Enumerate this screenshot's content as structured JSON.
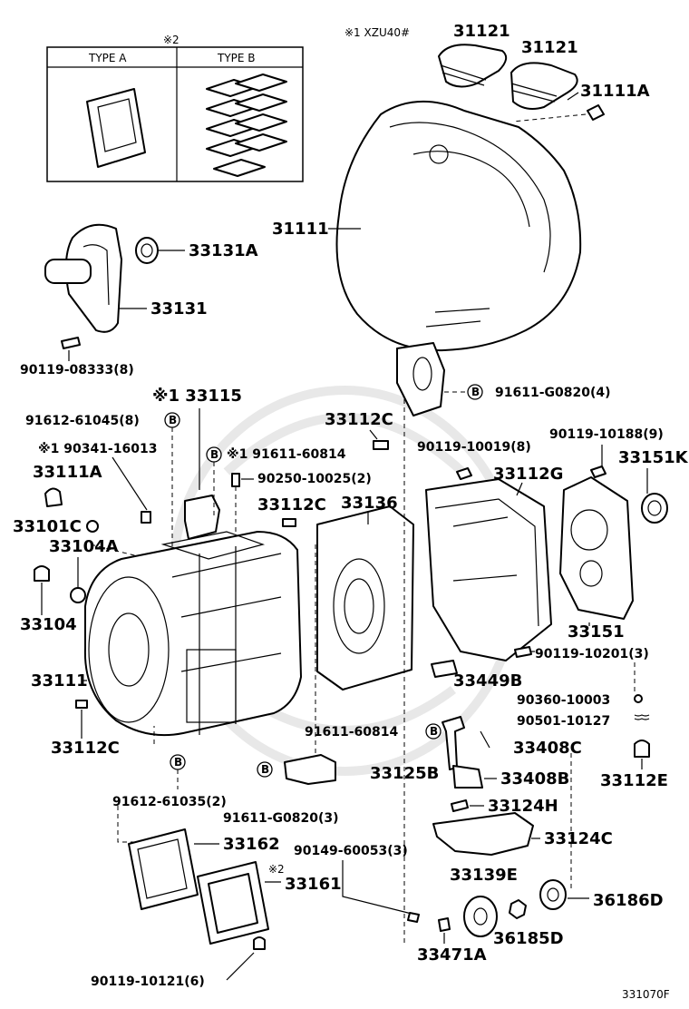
{
  "types_header": {
    "note": "※2",
    "type_a": "TYPE A",
    "type_b": "TYPE B"
  },
  "top_note": "※1 XZU40#",
  "labels": {
    "l31121a": "31121",
    "l31121b": "31121",
    "l31111A_top": "31111A",
    "l31111": "31111",
    "l33131A": "33131A",
    "l33131": "33131",
    "l90119_08333": "90119-08333(8)",
    "l33115": "※1 33115",
    "l91612_61045": "91612-61045(8)",
    "l90341_16013": "※1 90341-16013",
    "l91611_60814_top": "※1 91611-60814",
    "l90250_10025": "90250-10025(2)",
    "l91611_G0820_4": "91611-G0820(4)",
    "l33112C_a": "33112C",
    "l90119_10019": "90119-10019(8)",
    "l90119_10188": "90119-10188(9)",
    "l33151K": "33151K",
    "l33112G": "33112G",
    "l33111A_left": "33111A",
    "l33101C": "33101C",
    "l33104A": "33104A",
    "l33104": "33104",
    "l33112C_b": "33112C",
    "l33136": "33136",
    "l33151": "33151",
    "l90119_10201": "90119-10201(3)",
    "l33449B": "33449B",
    "l33111_low": "33111",
    "l90360_10003": "90360-10003",
    "l90501_10127": "90501-10127",
    "l33112C_c": "33112C",
    "l91611_60814_b": "91611-60814",
    "l33408C": "33408C",
    "l33112E": "33112E",
    "l33125B": "33125B",
    "l33408B": "33408B",
    "l91612_61035": "91612-61035(2)",
    "l33124H": "33124H",
    "l91611_G0820_3": "91611-G0820(3)",
    "l33124C": "33124C",
    "l33162": "33162",
    "l90149_60053": "90149-60053(3)",
    "l33139E": "33139E",
    "l33161_note": "※2",
    "l33161": "33161",
    "l36186D": "36186D",
    "l33471A": "33471A",
    "l36185D": "36185D",
    "l90119_10121": "90119-10121(6)",
    "footer_code": "331070F"
  },
  "callout_letter": "B"
}
